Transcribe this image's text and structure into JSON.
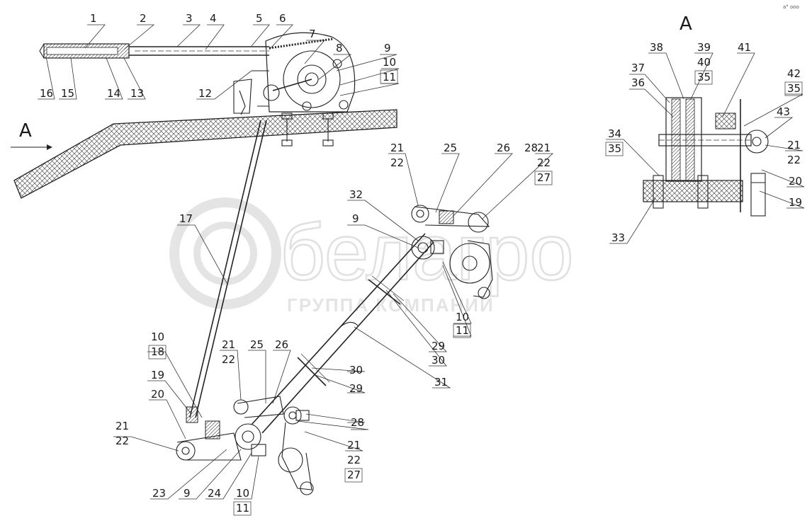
{
  "watermark": {
    "brand": "белагро",
    "subtitle": "ГРУППА КОМПАНИЙ",
    "color": "#d8d8d8"
  },
  "corner_note": "а° ооо",
  "view_labels": {
    "direction_arrow": "A",
    "section_title": "A"
  },
  "callouts": [
    {
      "id": "c1",
      "text": "1"
    },
    {
      "id": "c2",
      "text": "2"
    },
    {
      "id": "c3",
      "text": "3"
    },
    {
      "id": "c4",
      "text": "4"
    },
    {
      "id": "c5",
      "text": "5"
    },
    {
      "id": "c6",
      "text": "6"
    },
    {
      "id": "c7",
      "text": "7"
    },
    {
      "id": "c8",
      "text": "8"
    },
    {
      "id": "c9a",
      "text": "9"
    },
    {
      "id": "c10a",
      "text": "10"
    },
    {
      "id": "c11a",
      "text": "11"
    },
    {
      "id": "c12",
      "text": "12"
    },
    {
      "id": "c13",
      "text": "13"
    },
    {
      "id": "c14",
      "text": "14"
    },
    {
      "id": "c15",
      "text": "15"
    },
    {
      "id": "c16",
      "text": "16"
    },
    {
      "id": "c17",
      "text": "17"
    },
    {
      "id": "c21a",
      "text": "21"
    },
    {
      "id": "c22a",
      "text": "22"
    },
    {
      "id": "c25a",
      "text": "25"
    },
    {
      "id": "c26a",
      "text": "26"
    },
    {
      "id": "c28a",
      "text": "28"
    },
    {
      "id": "c21b",
      "text": "21"
    },
    {
      "id": "c22b",
      "text": "22"
    },
    {
      "id": "c27a",
      "text": "27"
    },
    {
      "id": "c32",
      "text": "32"
    },
    {
      "id": "c9b",
      "text": "9"
    },
    {
      "id": "c10b",
      "text": "10"
    },
    {
      "id": "c11b",
      "text": "11"
    },
    {
      "id": "c29a",
      "text": "29"
    },
    {
      "id": "c30a",
      "text": "30"
    },
    {
      "id": "c30b",
      "text": "30"
    },
    {
      "id": "c29b",
      "text": "29"
    },
    {
      "id": "c31",
      "text": "31"
    },
    {
      "id": "c10c",
      "text": "10"
    },
    {
      "id": "c18",
      "text": "18"
    },
    {
      "id": "c19a",
      "text": "19"
    },
    {
      "id": "c20a",
      "text": "20"
    },
    {
      "id": "c21c",
      "text": "21"
    },
    {
      "id": "c22c",
      "text": "22"
    },
    {
      "id": "c23",
      "text": "23"
    },
    {
      "id": "c9c",
      "text": "9"
    },
    {
      "id": "c24",
      "text": "24"
    },
    {
      "id": "c10d",
      "text": "10"
    },
    {
      "id": "c11c",
      "text": "11"
    },
    {
      "id": "c21d",
      "text": "21"
    },
    {
      "id": "c22d",
      "text": "22"
    },
    {
      "id": "c25b",
      "text": "25"
    },
    {
      "id": "c26b",
      "text": "26"
    },
    {
      "id": "c28b",
      "text": "28"
    },
    {
      "id": "c21e",
      "text": "21"
    },
    {
      "id": "c22e",
      "text": "22"
    },
    {
      "id": "c27b",
      "text": "27"
    },
    {
      "id": "c37",
      "text": "37"
    },
    {
      "id": "c38",
      "text": "38"
    },
    {
      "id": "c39",
      "text": "39"
    },
    {
      "id": "c40",
      "text": "40"
    },
    {
      "id": "c35a",
      "text": "35"
    },
    {
      "id": "c41",
      "text": "41"
    },
    {
      "id": "c36",
      "text": "36"
    },
    {
      "id": "c42",
      "text": "42"
    },
    {
      "id": "c35b",
      "text": "35"
    },
    {
      "id": "c43",
      "text": "43"
    },
    {
      "id": "c34",
      "text": "34"
    },
    {
      "id": "c35c",
      "text": "35"
    },
    {
      "id": "c21f",
      "text": "21"
    },
    {
      "id": "c22f",
      "text": "22"
    },
    {
      "id": "c20b",
      "text": "20"
    },
    {
      "id": "c19b",
      "text": "19"
    },
    {
      "id": "c33",
      "text": "33"
    }
  ]
}
